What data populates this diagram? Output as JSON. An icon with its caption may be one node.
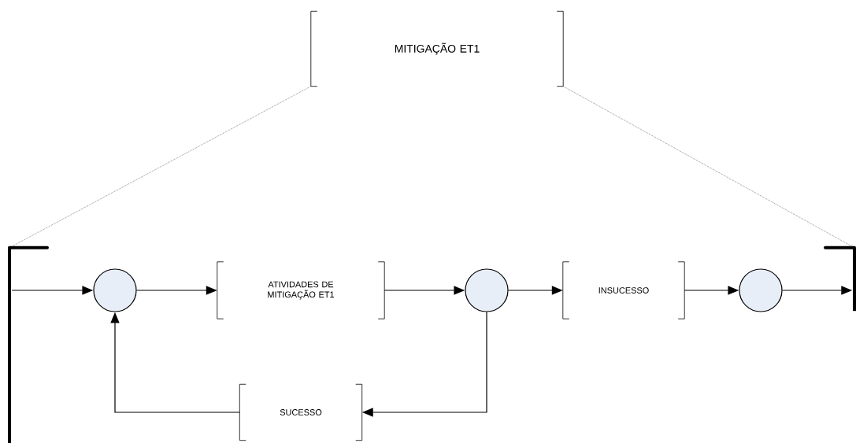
{
  "diagram": {
    "nodes": [
      {
        "text": [
          "MITIGAÇÃO ET1"
        ]
      },
      {
        "text": [],
        "shape": "bar"
      },
      {
        "text": [],
        "shape": "circle"
      },
      {
        "text": [
          "ATIVIDADES DE MITIGAÇÃO ET1"
        ]
      },
      {
        "text": [],
        "shape": "circle"
      },
      {
        "text": [
          "INSUCESSO"
        ]
      },
      {
        "text": [],
        "shape": "circle"
      },
      {
        "text": [],
        "shape": "bar"
      },
      {
        "text": [
          "SUCESSO"
        ]
      }
    ],
    "edges": [
      {
        "from": 0,
        "to": 1,
        "arrow": "none",
        "style": "dashed"
      },
      {
        "from": 0,
        "to": 7,
        "arrow": "none",
        "style": "dashed"
      },
      {
        "from": 1,
        "to": 2,
        "arrow": "to"
      },
      {
        "from": 2,
        "to": 3,
        "arrow": "to"
      },
      {
        "from": 3,
        "to": 4,
        "arrow": "to"
      },
      {
        "from": 4,
        "to": 5,
        "arrow": "to"
      },
      {
        "from": 5,
        "to": 6,
        "arrow": "to"
      },
      {
        "from": 6,
        "to": 7,
        "arrow": "to"
      },
      {
        "from": 4,
        "to": 8,
        "arrow": "to"
      },
      {
        "from": 8,
        "to": 2,
        "arrow": "to"
      }
    ]
  }
}
